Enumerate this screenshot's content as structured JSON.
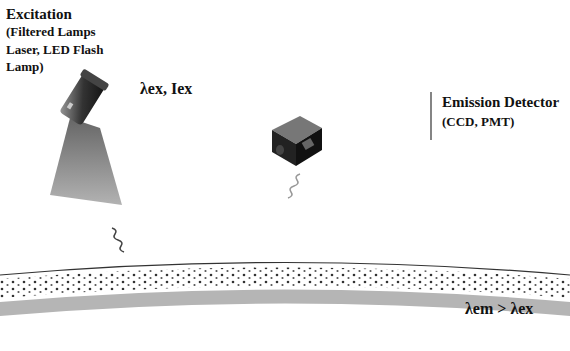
{
  "diagram": {
    "labels": [
      "Excitation",
      "(Filtered Lamps Laser, LED Flash Lamp)",
      "λex, Iex",
      "Emission Detector",
      "(CCD, PMT)",
      "λem > λex"
    ]
  }
}
